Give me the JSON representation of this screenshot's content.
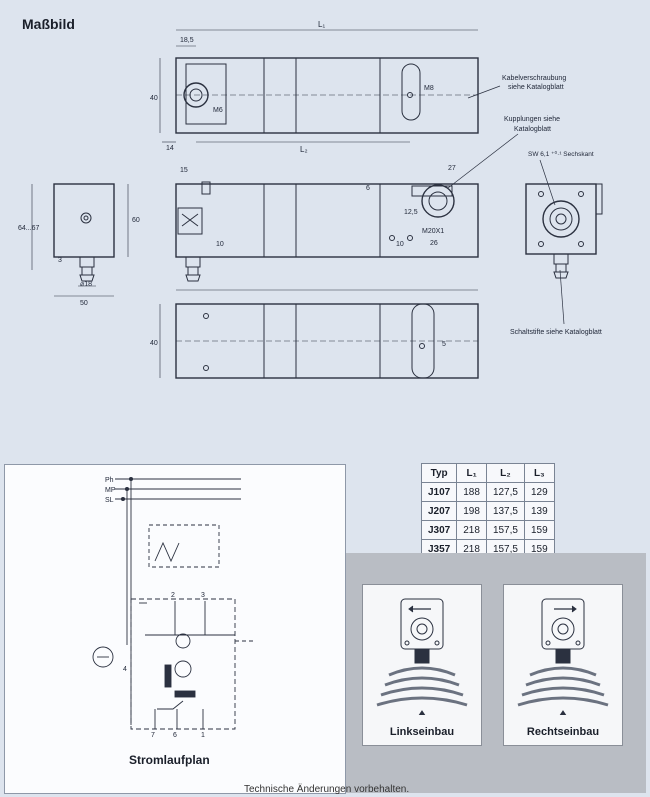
{
  "title": "Maßbild",
  "dims": {
    "L1": "L₁",
    "L2": "L₂",
    "d185": "18,5",
    "d40_top": "40",
    "d14": "14",
    "M6": "M6",
    "M8": "M8",
    "d15": "15",
    "d6": "6",
    "d27": "27",
    "d125": "12,5",
    "m20": "M20X1",
    "d26": "26",
    "d10a": "10",
    "d10b": "10",
    "d6487": "64...67",
    "d60": "60",
    "d3": "3",
    "d18": "⌀18",
    "d50": "50",
    "d40_bottom": "40",
    "d5": "5"
  },
  "annotations": {
    "kabel": [
      "Kabelverschraubung",
      "siehe Katalogblatt"
    ],
    "kupplung": [
      "Kupplungen siehe",
      "Katalogblatt"
    ],
    "sw": "SW 6,1 ⁺⁰·¹ Sechskant",
    "schalt": "Schaltstifte siehe Katalogblatt"
  },
  "table": {
    "headers": [
      "Typ",
      "L₁",
      "L₂",
      "L₃"
    ],
    "rows": [
      [
        "J107",
        "188",
        "127,5",
        "129"
      ],
      [
        "J207",
        "198",
        "137,5",
        "139"
      ],
      [
        "J307",
        "218",
        "157,5",
        "159"
      ],
      [
        "J357",
        "218",
        "157,5",
        "159"
      ]
    ]
  },
  "circuit": {
    "lines": [
      "Ph",
      "MP",
      "SL"
    ],
    "terminals": [
      "2",
      "3",
      "4",
      "7",
      "6",
      "1"
    ],
    "title": "Stromlaufplan"
  },
  "mounting": {
    "left": "Linkseinbau",
    "right": "Rechtseinbau"
  },
  "footer": "Technische Änderungen vorbehalten."
}
